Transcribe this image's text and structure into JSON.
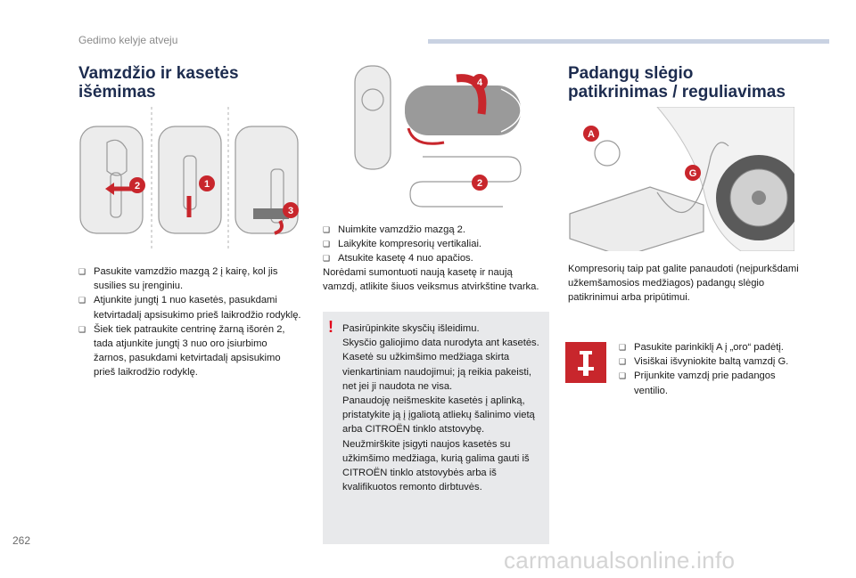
{
  "header": {
    "section_title": "Gedimo kelyje atveju"
  },
  "left": {
    "title_line1": "Vamzdžio ir kasetės",
    "title_line2": "išėmimas",
    "bullets": [
      "Pasukite vamzdžio mazgą 2 į kairę, kol jis susilies su įrenginiu.",
      "Atjunkite jungtį 1 nuo kasetės, pasukdami ketvirtadalį apsisukimo prieš laikrodžio rodyklę.",
      "Šiek tiek patraukite centrinę žarną išorėn 2, tada atjunkite jungtį 3 nuo oro įsiurbimo žarnos, pasukdami ketvirtadalį apsisukimo prieš laikrodžio rodyklę."
    ],
    "figure_badges": [
      "2",
      "1",
      "3"
    ]
  },
  "middle": {
    "figure_badges": [
      "4",
      "2"
    ],
    "bullets": [
      "Nuimkite vamzdžio mazgą 2.",
      "Laikykite kompresorių vertikaliai.",
      "Atsukite kasetę 4 nuo apačios."
    ],
    "paragraph": "Norėdami sumontuoti naują kasetę ir naują vamzdį, atlikite šiuos veiksmus atvirkštine tvarka.",
    "warning_mark": "!",
    "warning_text": [
      "Pasirūpinkite skysčių išleidimu.",
      "Skysčio galiojimo data nurodyta ant kasetės.",
      "Kasetė su užkimšimo medžiaga skirta vienkartiniam naudojimui; ją reikia pakeisti, net jei ji naudota ne visa.",
      "Panaudoję neišmeskite kasetės į aplinką, pristatykite ją į įgaliotą atliekų šalinimo vietą arba CITROËN tinklo atstovybę.",
      "Neužmirškite įsigyti naujos kasetės su užkimšimo medžiaga, kurią galima gauti iš CITROËN tinklo atstovybės arba iš kvalifikuotos remonto dirbtuvės."
    ]
  },
  "right": {
    "title_line1": "Padangų slėgio",
    "title_line2": "patikrinimas / reguliavimas",
    "figure_badges": [
      "A",
      "G"
    ],
    "paragraph": "Kompresorių taip pat galite panaudoti (neįpurkšdami užkemšamosios medžiagos) padangų slėgio patikrinimui arba pripūtimui.",
    "bullets": [
      "Pasukite parinkiklį A į „oro“ padėtį.",
      "Visiškai išvyniokite baltą vamzdį G.",
      "Prijunkite vamzdį prie padangos ventilio."
    ],
    "icon_name": "tyre-inflator-icon"
  },
  "footer": {
    "page_number": "262",
    "watermark": "carmanualsonline.info"
  },
  "colors": {
    "heading": "#1d2c4f",
    "accent_red": "#c8262c",
    "warning_bg": "#e8e9eb",
    "header_bar": "#c9d2e2"
  }
}
